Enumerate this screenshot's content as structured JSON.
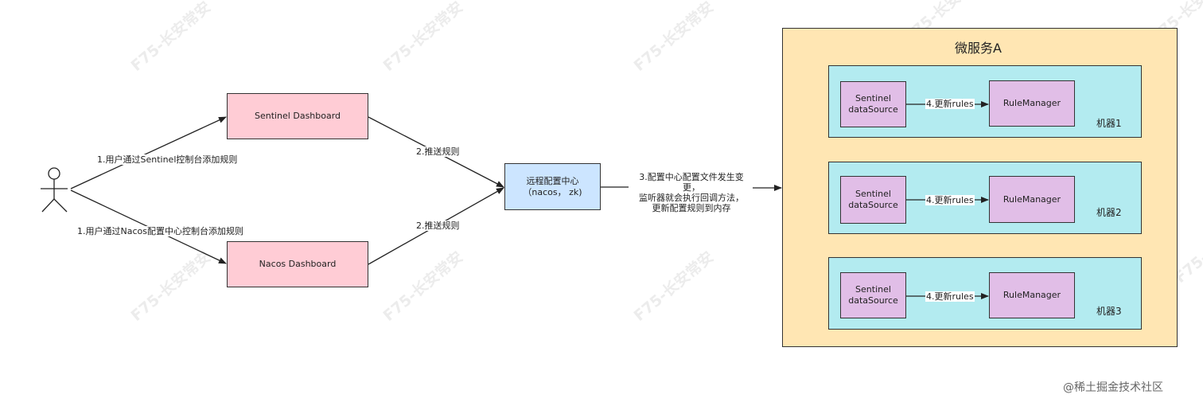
{
  "watermark_text": "F75-长安常安",
  "footer_watermark": "@稀土掘金技术社区",
  "actor": {
    "icon": "stick-figure-icon"
  },
  "nodes": {
    "sentinel_dashboard": "Sentinel Dashboard",
    "nacos_dashboard": "Nacos Dashboard",
    "config_center": "远程配置中心\n（nacos， zk)"
  },
  "edges": {
    "user_to_sentinel": "1.用户通过Sentinel控制台添加规则",
    "user_to_nacos": "1.用户通过Nacos配置中心控制台添加规则",
    "sentinel_to_center": "2.推送规则",
    "nacos_to_center": "2.推送规则",
    "center_to_service": "3.配置中心配置文件发生变更，\n监听器就会执行回调方法，\n更新配置规则到内存"
  },
  "service": {
    "title": "微服务A",
    "machines": [
      {
        "label": "机器1",
        "datasource": "Sentinel\ndataSource",
        "manager": "RuleManager",
        "edge": "4.更新rules"
      },
      {
        "label": "机器2",
        "datasource": "Sentinel\ndataSource",
        "manager": "RuleManager",
        "edge": "4.更新rules"
      },
      {
        "label": "机器3",
        "datasource": "Sentinel\ndataSource",
        "manager": "RuleManager",
        "edge": "4.更新rules"
      }
    ]
  },
  "colors": {
    "dashboard_fill": "#ffccd5",
    "config_center_fill": "#cce5ff",
    "service_fill": "#ffe6b3",
    "machine_fill": "#b3ebf0",
    "component_fill": "#e1bee7",
    "line": "#333333"
  }
}
